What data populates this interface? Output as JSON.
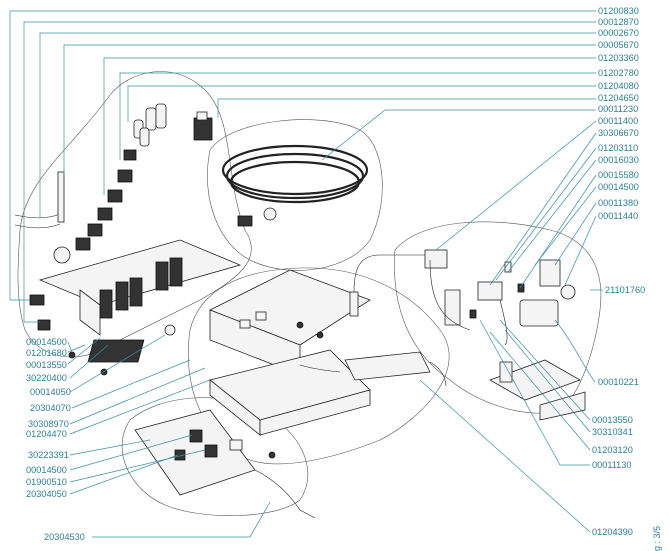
{
  "parts": {
    "p01200830": "01200830",
    "p00012870": "00012870",
    "p00002670": "00002670",
    "p00005670": "00005670",
    "p01203360": "01203360",
    "p01202780": "01202780",
    "p01204080": "01204080",
    "p01204650": "01204650",
    "p00011230": "00011230",
    "p00011400": "00011400",
    "p30306670": "30306670",
    "p01203110": "01203110",
    "p00016030": "00016030",
    "p00015580": "00015580",
    "p00014500a": "00014500",
    "p00011380": "00011380",
    "p00011440": "00011440",
    "p21101760": "21101760",
    "p00010221": "00010221",
    "p00013550b": "00013550",
    "p30310341": "30310341",
    "p01203120": "01203120",
    "p00011130": "00011130",
    "p01204390": "01204390",
    "p00014500b": "00014500",
    "p01201680": "01201680",
    "p00013550a": "00013550",
    "p30220400": "30220400",
    "p00014050": "00014050",
    "p20304070": "20304070",
    "p30308970": "30308970",
    "p01204470": "01204470",
    "p30223391": "30223391",
    "p00014500c": "00014500",
    "p01900510": "01900510",
    "p20304050": "20304050",
    "p20304530": "20304530"
  },
  "page_label": "g : 3/5",
  "colors": {
    "accent": "#2f7f95",
    "line": "#3c8ea3"
  }
}
